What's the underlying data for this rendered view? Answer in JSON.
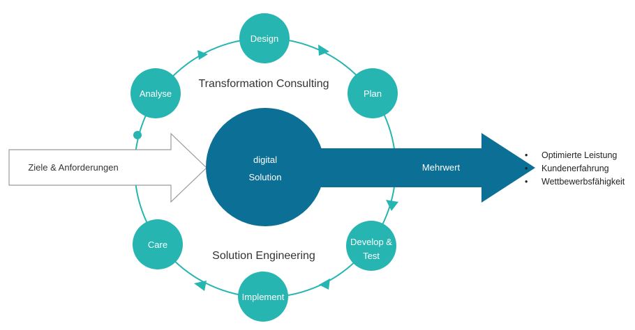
{
  "colors": {
    "teal": "#26b5b0",
    "dark_blue": "#0b6f96",
    "outline": "#999999",
    "text_dark": "#333333"
  },
  "input_arrow": {
    "label": "Ziele & Anforderungen"
  },
  "center": {
    "line1": "digital",
    "line2": "Solution"
  },
  "output_arrow": {
    "label": "Mehrwert"
  },
  "cycle_labels": {
    "top": "Transformation Consulting",
    "bottom": "Solution Engineering"
  },
  "phases": [
    {
      "id": "design",
      "lines": [
        "Design"
      ]
    },
    {
      "id": "plan",
      "lines": [
        "Plan"
      ]
    },
    {
      "id": "develop-test",
      "lines": [
        "Develop &",
        "Test"
      ]
    },
    {
      "id": "implement",
      "lines": [
        "Implement"
      ]
    },
    {
      "id": "care",
      "lines": [
        "Care"
      ]
    },
    {
      "id": "analyse",
      "lines": [
        "Analyse"
      ]
    }
  ],
  "benefits": [
    "Optimierte Leistung",
    "Kundenerfahrung",
    "Wettbewerbsfähigkeit"
  ]
}
